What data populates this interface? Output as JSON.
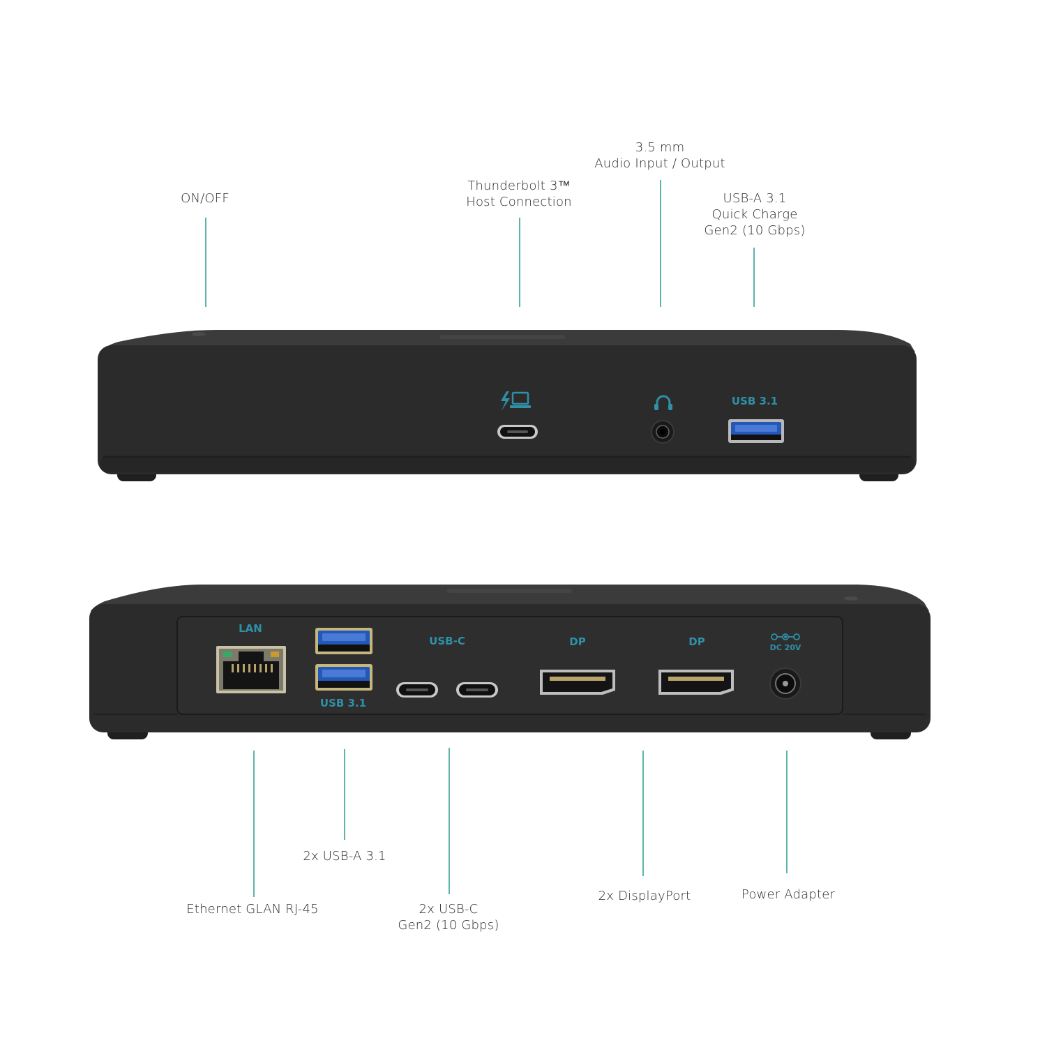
{
  "front_view": {
    "callouts": [
      {
        "id": "onoff",
        "lines": [
          "ON/OFF"
        ]
      },
      {
        "id": "thunderbolt",
        "lines": [
          "Thunderbolt 3™",
          "Host Connection"
        ]
      },
      {
        "id": "audio",
        "lines": [
          "3.5 mm",
          "Audio Input / Output"
        ]
      },
      {
        "id": "usba",
        "lines": [
          "USB-A 3.1",
          "Quick Charge",
          "Gen2 (10 Gbps)"
        ]
      }
    ],
    "port_labels": {
      "usb": "USB 3.1"
    }
  },
  "rear_view": {
    "callouts": [
      {
        "id": "ethernet",
        "lines": [
          "Ethernet GLAN RJ-45"
        ]
      },
      {
        "id": "usba2",
        "lines": [
          "2x USB-A 3.1"
        ]
      },
      {
        "id": "usbc",
        "lines": [
          "2x USB-C",
          "Gen2 (10 Gbps)"
        ]
      },
      {
        "id": "dp",
        "lines": [
          "2x DisplayPort"
        ]
      },
      {
        "id": "power",
        "lines": [
          "Power Adapter"
        ]
      }
    ],
    "port_labels": {
      "lan": "LAN",
      "usb": "USB 3.1",
      "usbc": "USB-C",
      "dp1": "DP",
      "dp2": "DP",
      "dc": "DC 20V"
    }
  },
  "colors": {
    "accent": "#2f90a8",
    "leader": "#5fb3ad",
    "dock_body": "#2b2b2b"
  }
}
